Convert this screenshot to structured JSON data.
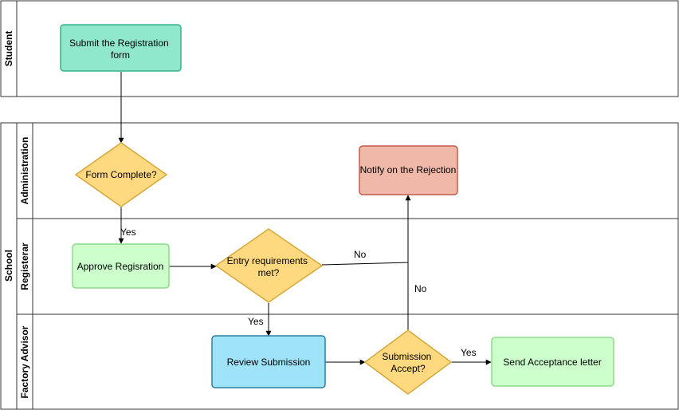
{
  "pools": {
    "student": "Student",
    "school": "School"
  },
  "lanes": {
    "administration": "Administration",
    "registerar": "Registerar",
    "factory_advisor": "Factory Advisor"
  },
  "nodes": {
    "submit_form": [
      "Submit the Registration",
      "form"
    ],
    "form_complete": [
      "Form Complete?"
    ],
    "notify_rejection": [
      "Notify on the Rejection"
    ],
    "approve_registration": [
      "Approve Regisration"
    ],
    "entry_requirements": [
      "Entry requirements",
      "met?"
    ],
    "review_submission": [
      "Review Submission"
    ],
    "submission_accept": [
      "Submission",
      "Accept?"
    ],
    "send_acceptance": [
      "Send Acceptance letter"
    ]
  },
  "edge_labels": {
    "form_complete_yes": "Yes",
    "entry_no": "No",
    "entry_yes": "Yes",
    "accept_no": "No",
    "accept_yes": "Yes"
  },
  "colors": {
    "submit_fill": "#8FE8CC",
    "submit_stroke": "#3DAE8A",
    "decision_fill": "#FFD97F",
    "decision_stroke": "#D6A83A",
    "reject_fill": "#F0B8A8",
    "reject_stroke": "#C65A4A",
    "approve_fill": "#CCFFCC",
    "approve_stroke": "#8ED98E",
    "review_fill": "#9EE3F7",
    "review_stroke": "#2E7FA3",
    "lane_stroke": "#333333",
    "edge": "#000000"
  }
}
